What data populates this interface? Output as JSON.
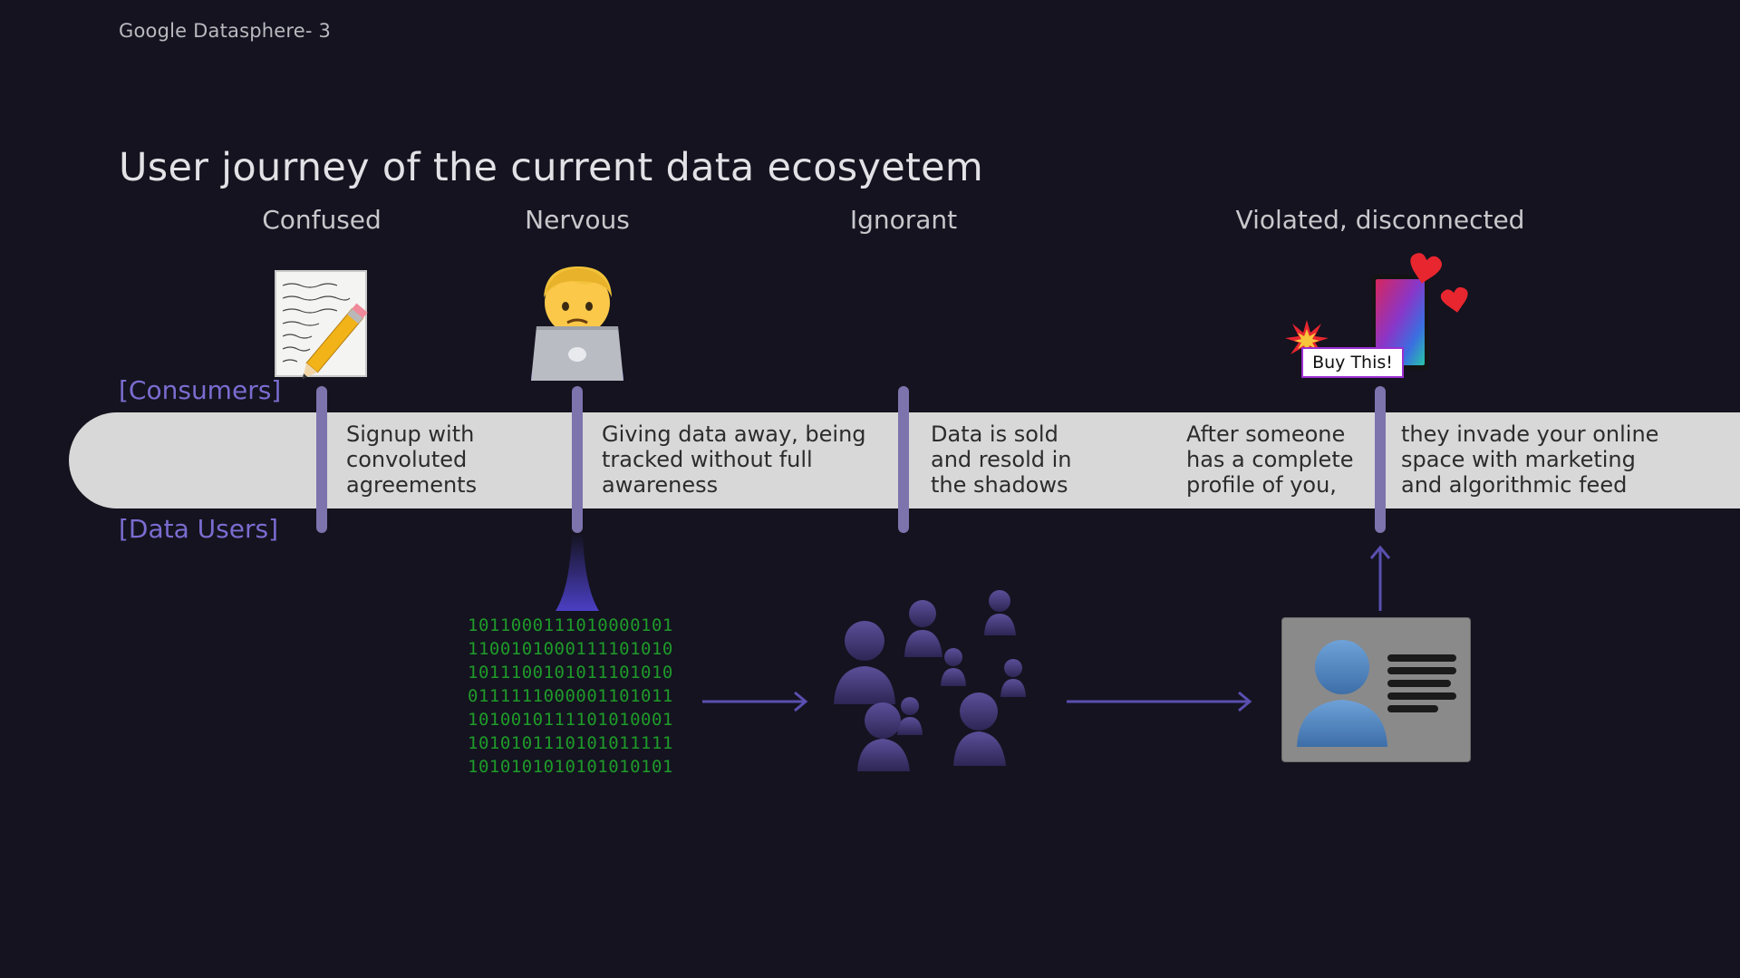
{
  "header": {
    "label": "Google Datasphere- 3"
  },
  "slide": {
    "title": "User journey of the current data ecosyetem"
  },
  "lanes": {
    "consumers": "[Consumers]",
    "data_users": "[Data Users]"
  },
  "emotions": [
    "Confused",
    "Nervous",
    "Ignorant",
    "Violated, disconnected"
  ],
  "steps": [
    "Signup with\nconvoluted\nagreements",
    "Giving data away, being\ntracked without full\nawareness",
    "Data is sold\nand resold in\nthe shadows",
    "After someone\nhas a complete\nprofile of you,",
    " they invade your online\nspace with marketing\nand algorithmic feed"
  ],
  "binary_lines": [
    "1011000111010000101",
    "1100101000111101010",
    "1011100101011101010",
    "0111111000001101011",
    "1010010111101010001",
    "1010101110101011111",
    "1010101010101010101"
  ],
  "ad_callout": {
    "text": "Buy This!"
  },
  "icons": {
    "confused": "memo-pencil-icon",
    "nervous": "person-laptop-icon",
    "violated": "phone-hearts-icon",
    "ignorant": "people-crowd-icon",
    "profile": "profile-card-icon"
  },
  "colors": {
    "background": "#14131f",
    "accent": "#7a6cd0",
    "marker": "#7d73ad",
    "bar": "#d8d8d8",
    "binary": "#1f9a2a",
    "arrow": "#5a4fb0"
  }
}
